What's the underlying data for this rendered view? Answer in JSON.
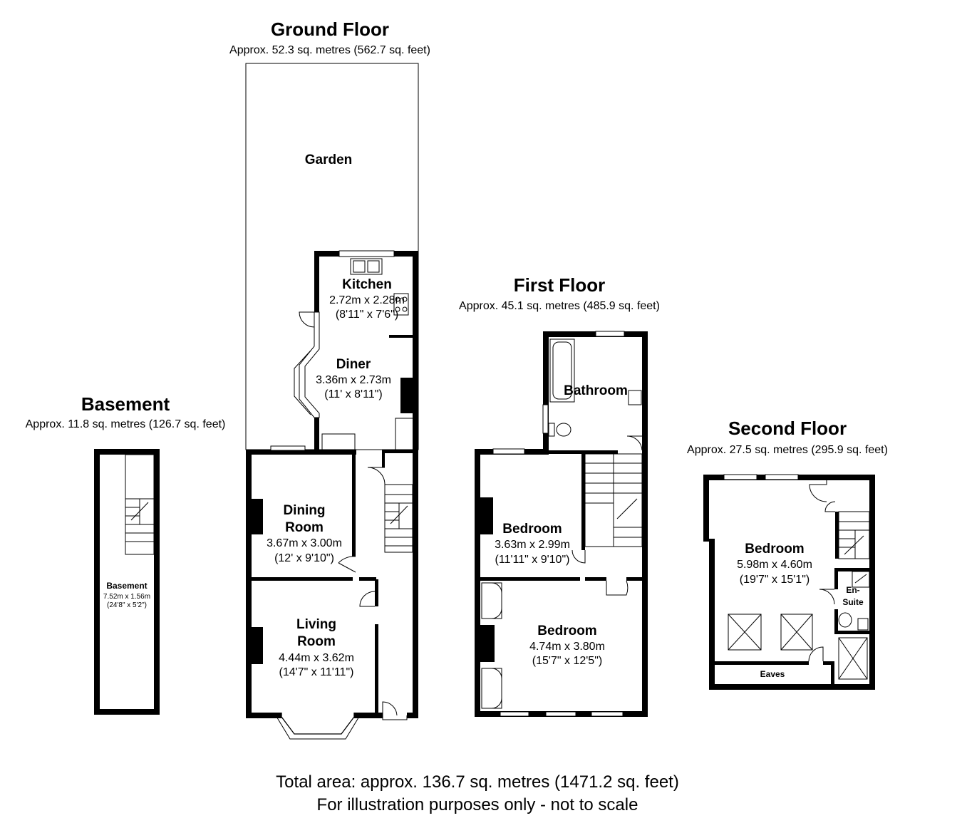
{
  "ground_floor": {
    "title": "Ground Floor",
    "area": "Approx.  52.3 sq. metres (562.7 sq. feet)",
    "garden": "Garden",
    "kitchen": {
      "name": "Kitchen",
      "metric": "2.72m x 2.28m",
      "imperial": "(8'11\" x 7'6\")"
    },
    "diner": {
      "name": "Diner",
      "metric": "3.36m x 2.73m",
      "imperial": "(11' x 8'11\")"
    },
    "dining_room": {
      "name_line1": "Dining",
      "name_line2": "Room",
      "metric": "3.67m x 3.00m",
      "imperial": "(12' x 9'10\")"
    },
    "living_room": {
      "name_line1": "Living",
      "name_line2": "Room",
      "metric": "4.44m x 3.62m",
      "imperial": "(14'7\" x 11'11\")"
    }
  },
  "basement": {
    "title": "Basement",
    "area": "Approx.  11.8 sq. metres (126.7 sq. feet)",
    "room": {
      "name": "Basement",
      "metric": "7.52m x 1.56m",
      "imperial": "(24'8\" x 5'2\")"
    }
  },
  "first_floor": {
    "title": "First Floor",
    "area": "Approx.  45.1 sq. metres (485.9 sq. feet)",
    "bathroom": {
      "name": "Bathroom"
    },
    "bedroom_rear": {
      "name": "Bedroom",
      "metric": "3.63m x 2.99m",
      "imperial": "(11'11\" x 9'10\")"
    },
    "bedroom_front": {
      "name": "Bedroom",
      "metric": "4.74m x 3.80m",
      "imperial": "(15'7\" x 12'5\")"
    }
  },
  "second_floor": {
    "title": "Second Floor",
    "area": "Approx.  27.5 sq. metres (295.9 sq. feet)",
    "bedroom": {
      "name": "Bedroom",
      "metric": "5.98m x 4.60m",
      "imperial": "(19'7\" x 15'1\")"
    },
    "ensuite": {
      "name_line1": "En-",
      "name_line2": "Suite"
    },
    "eaves": {
      "name": "Eaves"
    }
  },
  "footer": {
    "total_area": "Total area: approx. 136.7 sq. metres (1471.2 sq. feet)",
    "disclaimer": "For illustration purposes only - not to scale"
  }
}
